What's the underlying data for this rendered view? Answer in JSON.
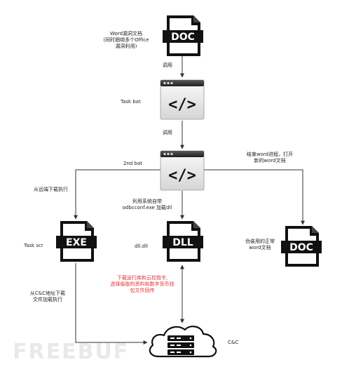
{
  "nodes": {
    "word_doc": {
      "badge": "DOC",
      "label": [
        "Word漏洞文档",
        "(同时捆绑多个Office",
        "漏洞利用)"
      ]
    },
    "task_bat": {
      "glyph": "</>",
      "label": "Task bat"
    },
    "second_bat": {
      "glyph": "</>",
      "label": "2nd bat"
    },
    "task_scr": {
      "badge": "EXE",
      "label": "Task scr"
    },
    "dll": {
      "badge": "DLL",
      "label": "dll.dll"
    },
    "decoy_doc": {
      "badge": "DOC",
      "label": [
        "伪装用的正常",
        "word文档"
      ]
    },
    "cnc": {
      "label": "C&C",
      "icon": "cloud-server-icon"
    }
  },
  "edges": {
    "call1": "调用",
    "call2": "调用",
    "download_exec": "从远端下载执行",
    "odbcconf": [
      "利用系统自带",
      "odbcconf.exe 加载dll"
    ],
    "end_word": [
      "结束word进程，打开",
      "新的word文档"
    ],
    "cnc_download": [
      "从C&C地址下载",
      "文件加载执行"
    ],
    "cnc_commands": [
      "下载运行库和云控指令,",
      "选择偷取的资料和数字货币钱",
      "包文件回传"
    ]
  },
  "watermark": "FREEBUF",
  "colors": {
    "line": "#333333",
    "red_text": "#e03030",
    "icon_dark": "#111111"
  }
}
